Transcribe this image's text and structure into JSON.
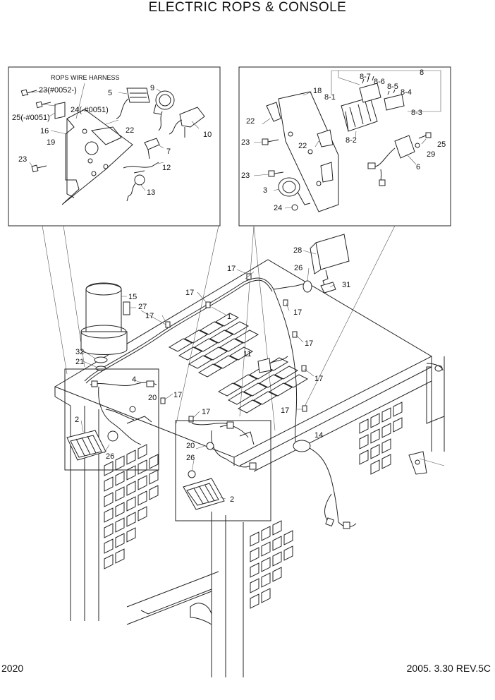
{
  "page": {
    "title": "ELECTRIC ROPS & CONSOLE",
    "page_number": "2020",
    "revision": "2005. 3.30 REV.5C"
  },
  "left_inset": {
    "caption": "ROPS WIRE HARNESS",
    "labels": {
      "p23a": "23(#0052-)",
      "p5": "5",
      "p9": "9",
      "p24": "24(-#0051)",
      "p25": "25(-#0051)",
      "p16": "16",
      "p22": "22",
      "p10": "10",
      "p19": "19",
      "p7": "7",
      "p23b": "23",
      "p12": "12",
      "p13": "13"
    }
  },
  "right_inset": {
    "labels": {
      "p8": "8",
      "p87": "8-7",
      "p86": "8-6",
      "p85": "8-5",
      "p84": "8-4",
      "p81": "8-1",
      "p83": "8-3",
      "p18": "18",
      "p22a": "22",
      "p22b": "22",
      "p82": "8-2",
      "p23a": "23",
      "p25": "25",
      "p29": "29",
      "p6": "6",
      "p23b": "23",
      "p3": "3",
      "p24": "24"
    }
  },
  "main": {
    "labels": {
      "p28": "28",
      "p26a": "26",
      "p31": "31",
      "p17a": "17",
      "p17b": "17",
      "p15": "15",
      "p27": "27",
      "p17c": "17",
      "p1": "1",
      "p17d": "17",
      "p17e": "17",
      "p11": "11",
      "p32": "32",
      "p21": "21",
      "p4": "4",
      "p17f": "17",
      "p20a": "20",
      "p17g": "17",
      "p17h": "17",
      "p17i": "17",
      "p2a": "2",
      "p14": "14",
      "p26b": "26",
      "p20b": "20",
      "p26c": "26",
      "p2b": "2"
    }
  }
}
